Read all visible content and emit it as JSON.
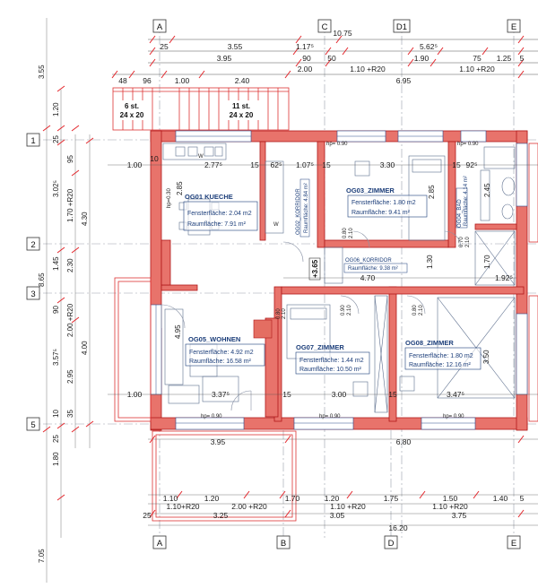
{
  "axes": {
    "top": [
      "A",
      "C",
      "D1",
      "E"
    ],
    "bottom": [
      "A",
      "B",
      "D",
      "E"
    ],
    "left": [
      "1",
      "2",
      "3",
      "5"
    ]
  },
  "top_dims": {
    "overall": "10.75",
    "row1": [
      "25",
      "3.55",
      "1.17⁵",
      "5.62⁵"
    ],
    "row2": [
      "3.95",
      "90",
      "50",
      "1.90",
      "75",
      "1.25",
      "5"
    ],
    "row3": [
      "2.00",
      "1.10 +R20",
      "1.10 +R20"
    ],
    "row4": [
      "48",
      "96",
      "1.00",
      "2.40",
      "6.95"
    ]
  },
  "bottom_dims": {
    "row1": [
      "3.95",
      "6.80"
    ],
    "row2": [
      "1.10",
      "1.20",
      "1.70",
      "1.20",
      "1.75",
      "1.50",
      "1.40",
      "5"
    ],
    "row3": [
      "1.10+R20",
      "2.00 +R20",
      "1.10 +R20",
      "1.10 +R20"
    ],
    "row4": [
      "25",
      "3.25",
      "3.05",
      "3.75"
    ],
    "overall": "16.20"
  },
  "left_dims": [
    "3.55",
    "1.20",
    "25",
    "95",
    "3.02⁵",
    "1.70 +R20",
    "4.30",
    "1.45",
    "2.30",
    "8.65",
    "90",
    "2.00 +R20",
    "3.57⁵",
    "4.00",
    "2.95",
    "10",
    "35",
    "25",
    "1.80",
    "7.05"
  ],
  "stairs": [
    {
      "label": "6 st.",
      "size": "24 x 20"
    },
    {
      "label": "11 st.",
      "size": "24 x 20"
    }
  ],
  "rooms": [
    {
      "id": "OG01 KUECHE",
      "fenster": "Fensterfläche: 2.04 m2",
      "raum": "Raumfläche: 7.91 m²"
    },
    {
      "id": "OG03_ZIMMER",
      "fenster": "Fensterfläche: 1.80 m2",
      "raum": "Raumfläche: 9.41 m²"
    },
    {
      "id": "OG05_WOHNEN",
      "fenster": "Fensterfläche: 4.92 m2",
      "raum": "Raumfläche: 16.58 m²"
    },
    {
      "id": "OG07_ZIMMER",
      "fenster": "Fensterfläche: 1.44 m2",
      "raum": "Raumfläche: 10.50 m²"
    },
    {
      "id": "OG08_ZIMMER",
      "fenster": "Fensterfläche: 1.80 m2",
      "raum": "Raumfläche: 12.16 m²"
    },
    {
      "id": "OG06_KORRIDOR",
      "raum": "Raumfläche: 9.38 m²"
    },
    {
      "id": "OG02_KORRIDOR",
      "raum": "Raumfläche: 4.84 m²"
    },
    {
      "id": "OG04_BAD",
      "raum": "Raumfläche: 4.14 m²"
    }
  ],
  "interior_dims": [
    "1.00",
    "10",
    "2.77⁵",
    "15",
    "62⁵",
    "1.07⁵",
    "3.30",
    "15",
    "92⁵",
    "2.85",
    "2.45",
    "4.70",
    "1.92⁵",
    "1.00",
    "3.37⁵",
    "3.00",
    "3.47⁵",
    "3.50",
    "4.95",
    "2.85",
    "1.30",
    "15",
    "15",
    "15",
    "1.70"
  ],
  "level_mark": "+3.65",
  "hp_labels": [
    "hp= 0.90",
    "hp= 0.90",
    "hp= 0.90",
    "hp= 0.90",
    "hp= 0.90"
  ],
  "window_tags": [
    "0.80",
    "2.10",
    "0.90",
    "2.10",
    "0.70",
    "2.10",
    "0.80",
    "2.10",
    "0.80",
    "2.10",
    "hp=0.30",
    "W",
    "W"
  ],
  "colors": {
    "wall": "#e8736b",
    "wall_stroke": "#b01818",
    "dim_red": "#e4262b",
    "blue": "#1c3e7a",
    "furniture": "#5d6f8e"
  }
}
